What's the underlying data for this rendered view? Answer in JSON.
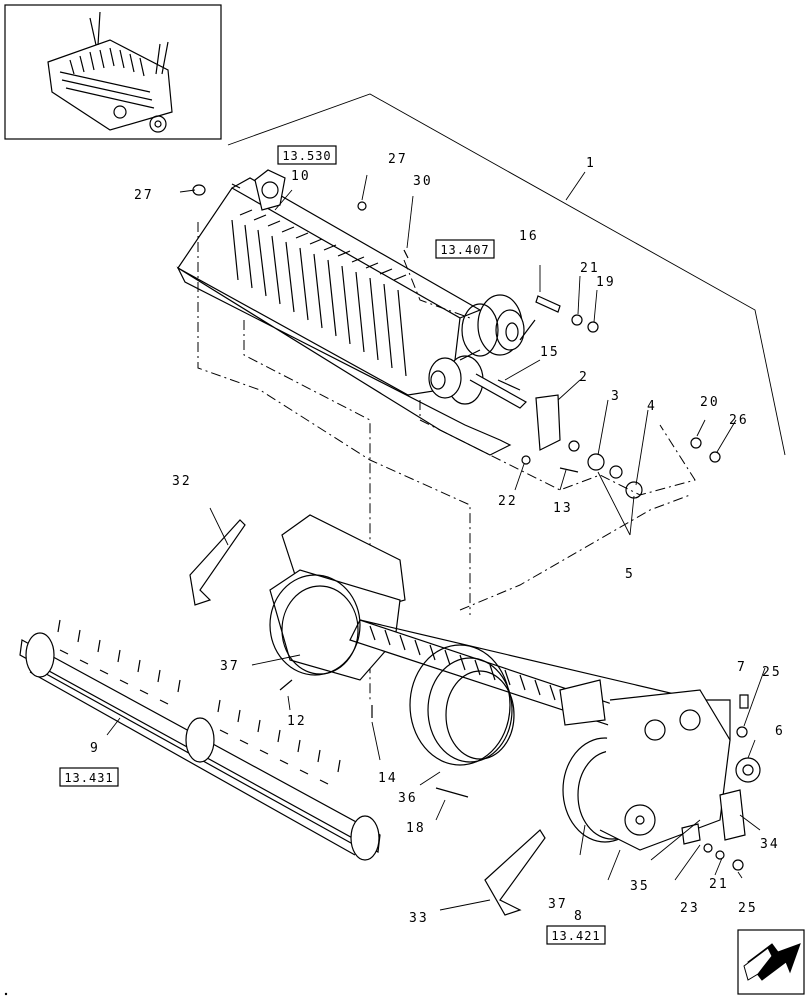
{
  "callouts": [
    {
      "id": "c1",
      "text": "1"
    },
    {
      "id": "c2",
      "text": "2"
    },
    {
      "id": "c3",
      "text": "3"
    },
    {
      "id": "c4",
      "text": "4"
    },
    {
      "id": "c5",
      "text": "5"
    },
    {
      "id": "c6",
      "text": "6"
    },
    {
      "id": "c7",
      "text": "7"
    },
    {
      "id": "c8",
      "text": "8"
    },
    {
      "id": "c9",
      "text": "9"
    },
    {
      "id": "c10",
      "text": "10"
    },
    {
      "id": "c12",
      "text": "12"
    },
    {
      "id": "c13",
      "text": "13"
    },
    {
      "id": "c14",
      "text": "14"
    },
    {
      "id": "c15",
      "text": "15"
    },
    {
      "id": "c16",
      "text": "16"
    },
    {
      "id": "c18",
      "text": "18"
    },
    {
      "id": "c19",
      "text": "19"
    },
    {
      "id": "c20",
      "text": "20"
    },
    {
      "id": "c21a",
      "text": "21"
    },
    {
      "id": "c21b",
      "text": "21"
    },
    {
      "id": "c22",
      "text": "22"
    },
    {
      "id": "c23",
      "text": "23"
    },
    {
      "id": "c25a",
      "text": "25"
    },
    {
      "id": "c25b",
      "text": "25"
    },
    {
      "id": "c26",
      "text": "26"
    },
    {
      "id": "c27a",
      "text": "27"
    },
    {
      "id": "c27b",
      "text": "27"
    },
    {
      "id": "c30",
      "text": "30"
    },
    {
      "id": "c32",
      "text": "32"
    },
    {
      "id": "c33",
      "text": "33"
    },
    {
      "id": "c34",
      "text": "34"
    },
    {
      "id": "c35",
      "text": "35"
    },
    {
      "id": "c36",
      "text": "36"
    },
    {
      "id": "c37a",
      "text": "37"
    },
    {
      "id": "c37b",
      "text": "37"
    }
  ],
  "references": [
    {
      "id": "r13530",
      "text": "13.530"
    },
    {
      "id": "r13407",
      "text": "13.407"
    },
    {
      "id": "r13431",
      "text": "13.431"
    },
    {
      "id": "r13421",
      "text": "13.421"
    }
  ]
}
